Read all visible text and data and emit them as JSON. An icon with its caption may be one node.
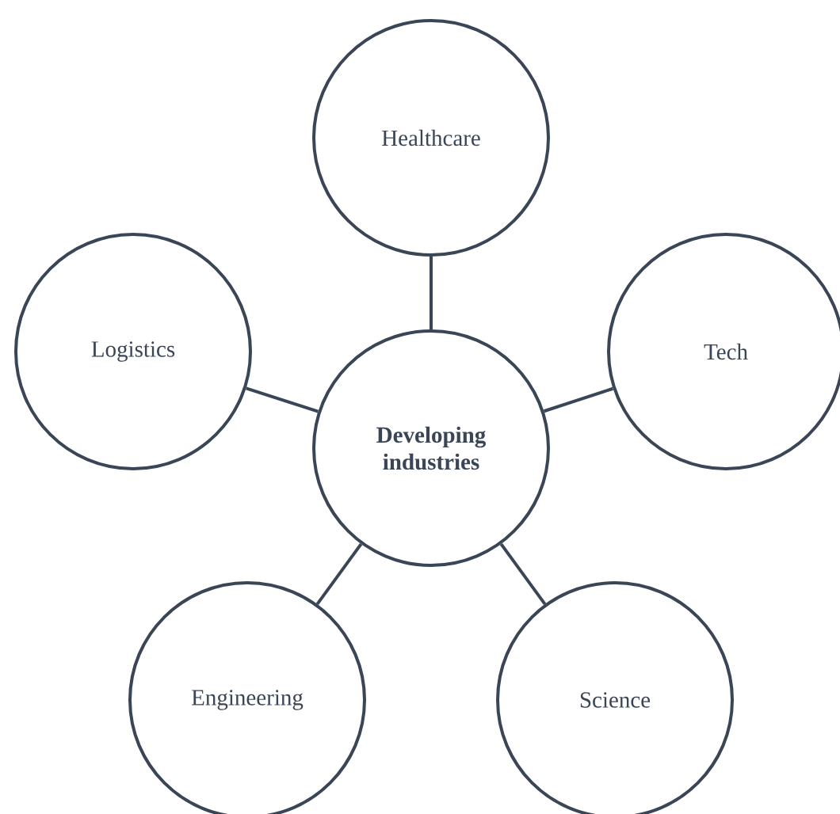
{
  "diagram": {
    "nodes": [
      {
        "text": [
          "Healthcare"
        ]
      },
      {
        "text": [
          "Logistics"
        ]
      },
      {
        "text": [
          "Developing industries"
        ]
      },
      {
        "text": [
          "Tech"
        ]
      },
      {
        "text": [
          "Engineering"
        ]
      },
      {
        "text": [
          "Science"
        ]
      }
    ],
    "edges": [
      {
        "from": 2,
        "to": 0,
        "arrow": "none"
      },
      {
        "from": 2,
        "to": 1,
        "arrow": "none"
      },
      {
        "from": 2,
        "to": 3,
        "arrow": "none"
      },
      {
        "from": 2,
        "to": 4,
        "arrow": "none"
      },
      {
        "from": 2,
        "to": 5,
        "arrow": "none"
      }
    ]
  }
}
